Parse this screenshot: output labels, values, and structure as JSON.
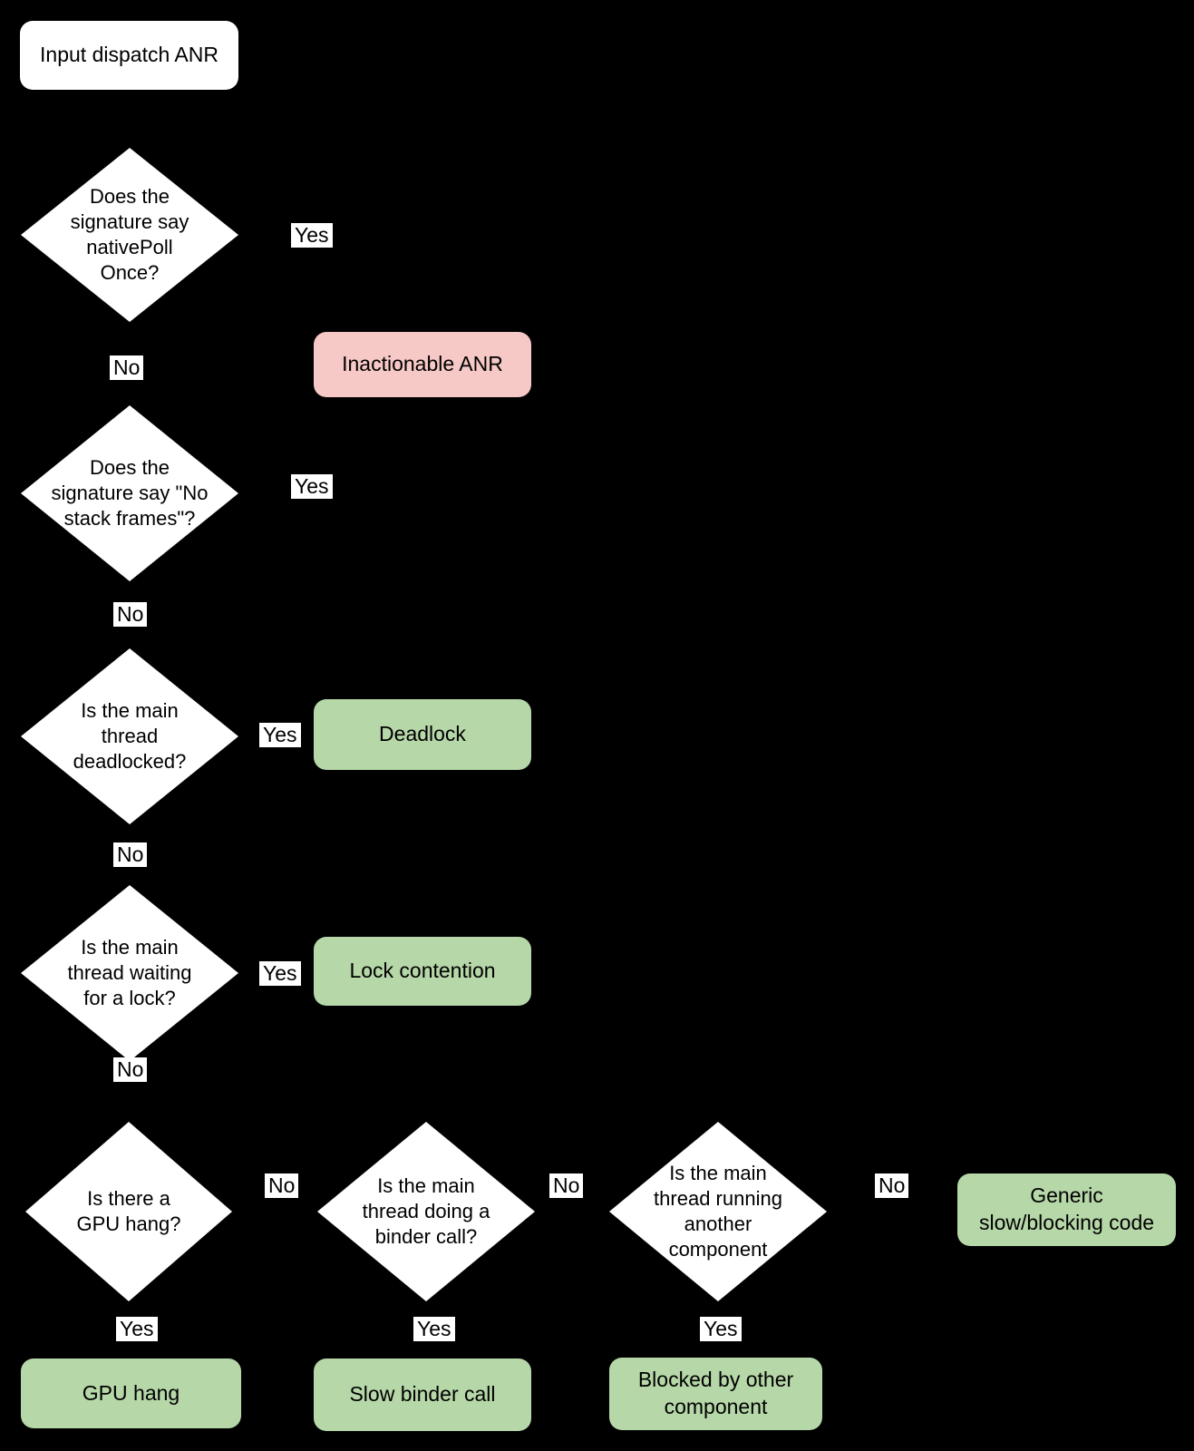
{
  "diagram": {
    "background": "#000000",
    "colors": {
      "decision_fill": "#ffffff",
      "outcome_positive_fill": "#b6d7a8",
      "outcome_negative_fill": "#f6c8c6",
      "text": "#000000"
    },
    "labels": {
      "yes": "Yes",
      "no": "No"
    },
    "nodes": {
      "start": "Input dispatch ANR",
      "q_nativepoll": "Does the\nsignature say\nnativePoll\nOnce?",
      "q_no_stack_frames": "Does the\nsignature say \"No\nstack frames\"?",
      "q_deadlocked": "Is the main\nthread\ndeadlocked?",
      "q_waiting_lock": "Is the main\nthread waiting\nfor a lock?",
      "q_gpu_hang": "Is there a\nGPU hang?",
      "q_binder_call": "Is the main\nthread doing a\nbinder call?",
      "q_other_component": "Is the main\nthread running\nanother\ncomponent",
      "o_inactionable": "Inactionable ANR",
      "o_deadlock": "Deadlock",
      "o_lock_contention": "Lock contention",
      "o_gpu_hang": "GPU hang",
      "o_slow_binder": "Slow binder call",
      "o_blocked_other": "Blocked by other\ncomponent",
      "o_generic": "Generic\nslow/blocking code"
    }
  }
}
